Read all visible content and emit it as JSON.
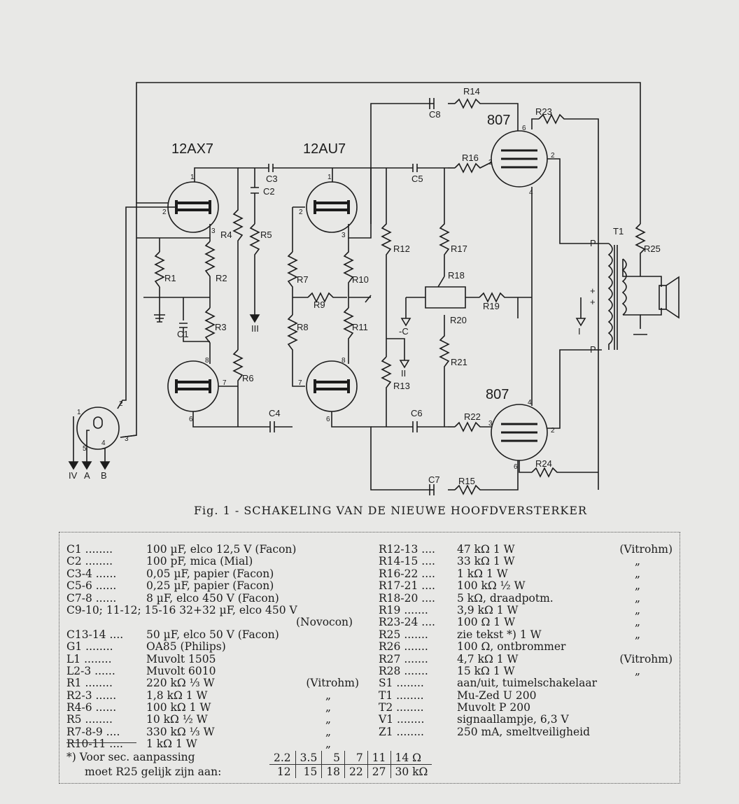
{
  "schematic": {
    "tubes": {
      "v1": "12AX7",
      "v2": "12AU7",
      "v3": "807",
      "v4": "807"
    },
    "labels": {
      "C1": "C1",
      "C2": "C2",
      "C3": "C3",
      "C4": "C4",
      "C5": "C5",
      "C6": "C6",
      "C7": "C7",
      "C8": "C8",
      "R1": "R1",
      "R2": "R2",
      "R3": "R3",
      "R4": "R4",
      "R5": "R5",
      "R6": "R6",
      "R7": "R7",
      "R8": "R8",
      "R9": "R9",
      "R10": "R10",
      "R11": "R11",
      "R12": "R12",
      "R13": "R13",
      "R14": "R14",
      "R15": "R15",
      "R16": "R16",
      "R17": "R17",
      "R18": "R18",
      "R19": "R19",
      "R20": "R20",
      "R21": "R21",
      "R22": "R22",
      "R23": "R23",
      "R24": "R24",
      "R25": "R25",
      "T1": "T1"
    },
    "terminals": {
      "IV": "IV",
      "A": "A",
      "B": "B",
      "III": "III",
      "II": "II",
      "I": "I",
      "negC": "-C"
    },
    "pins": {
      "p1": "1",
      "p2": "2",
      "p3": "3",
      "p4": "4",
      "p5": "5",
      "p6": "6",
      "p7": "7",
      "p8": "8"
    },
    "transformer_marks": {
      "P": "P",
      "plus": "+"
    }
  },
  "caption": "Fig. 1 - SCHAKELING VAN DE NIEUWE HOOFDVERSTERKER",
  "parts_left": [
    {
      "ref": "C1 ........",
      "value": "100 µF, elco 12,5 V (Facon)",
      "note": ""
    },
    {
      "ref": "C2 ........",
      "value": "100 pF, mica (Mial)",
      "note": ""
    },
    {
      "ref": "C3-4 ......",
      "value": "0,05 µF, papier (Facon)",
      "note": ""
    },
    {
      "ref": "C5-6 ......",
      "value": "0,25 µF, papier (Facon)",
      "note": ""
    },
    {
      "ref": "C7-8 ......",
      "value": "8 µF, elco 450 V (Facon)",
      "note": ""
    }
  ],
  "parts_left_wide": "C9-10; 11-12; 15-16  32+32 µF, elco 450 V",
  "parts_left_wide_cont": "(Novocon)",
  "parts_left2": [
    {
      "ref": "C13-14 ....",
      "value": "50 µF, elco 50 V (Facon)",
      "note": ""
    },
    {
      "ref": "G1 ........",
      "value": "OA85 (Philips)",
      "note": ""
    },
    {
      "ref": "L1 ........",
      "value": "Muvolt 1505",
      "note": ""
    },
    {
      "ref": "L2-3 ......",
      "value": "Muvolt 6010",
      "note": ""
    },
    {
      "ref": "R1 ........",
      "value": "220 kΩ   ⅓ W",
      "note": "(Vitrohm)"
    },
    {
      "ref": "R2-3 ......",
      "value": "1,8 kΩ   1 W",
      "note": "„"
    },
    {
      "ref": "R4-6 ......",
      "value": "100 kΩ   1 W",
      "note": "„"
    },
    {
      "ref": "R5 ........",
      "value": "10 kΩ   ½ W",
      "note": "„"
    },
    {
      "ref": "R7-8-9 ....",
      "value": "330 kΩ   ⅓ W",
      "note": "„"
    },
    {
      "ref": "R10-11 ....",
      "value": "1 kΩ   1 W",
      "note": "„"
    }
  ],
  "parts_right": [
    {
      "ref": "R12-13 ....",
      "value": "47 kΩ    1 W",
      "note": "(Vitrohm)"
    },
    {
      "ref": "R14-15 ....",
      "value": "33 kΩ    1 W",
      "note": "„"
    },
    {
      "ref": "R16-22 ....",
      "value": "1 kΩ    1 W",
      "note": "„"
    },
    {
      "ref": "R17-21 ....",
      "value": "100 kΩ    ½ W",
      "note": "„"
    },
    {
      "ref": "R18-20 ....",
      "value": "5 kΩ, draadpotm.",
      "note": "„"
    },
    {
      "ref": "R19 .......",
      "value": "3,9 kΩ    1 W",
      "note": "„"
    },
    {
      "ref": "R23-24 ....",
      "value": "100 Ω    1 W",
      "note": "„"
    },
    {
      "ref": "R25 .......",
      "value": "zie tekst *)  1 W",
      "note": "„"
    },
    {
      "ref": "R26 .......",
      "value": "100 Ω,  ontbrommer",
      "note": ""
    },
    {
      "ref": "R27 .......",
      "value": "4,7 kΩ    1 W",
      "note": "(Vitrohm)"
    },
    {
      "ref": "R28 .......",
      "value": "15 kΩ    1 W",
      "note": "„"
    },
    {
      "ref": "S1 ........",
      "value": "aan/uit, tuimelschakelaar",
      "note": ""
    },
    {
      "ref": "T1 ........",
      "value": "Mu-Zed U 200",
      "note": ""
    },
    {
      "ref": "T2 ........",
      "value": "Muvolt P 200",
      "note": ""
    },
    {
      "ref": "V1 ........",
      "value": "signaallampje, 6,3 V",
      "note": ""
    },
    {
      "ref": "Z1 ........",
      "value": "250 mA, smeltveiligheid",
      "note": ""
    }
  ],
  "footnote": {
    "line1": "*) Voor sec. aanpassing",
    "line2": "moet R25 gelijk zijn aan:",
    "ohms": [
      "2.2",
      "3.5",
      "5",
      "7",
      "11",
      "14 Ω"
    ],
    "kohms": [
      "12",
      "15",
      "18",
      "22",
      "27",
      "30 kΩ"
    ]
  }
}
